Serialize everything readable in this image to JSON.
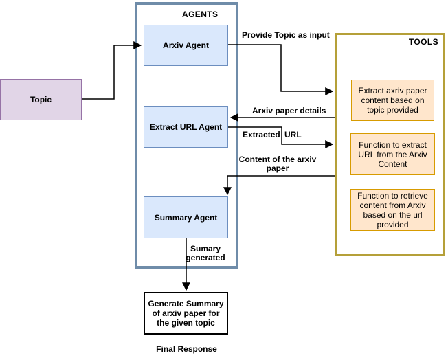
{
  "topic": {
    "label": "Topic"
  },
  "agents": {
    "title": "AGENTS",
    "items": [
      {
        "label": "Arxiv Agent"
      },
      {
        "label": "Extract URL Agent"
      },
      {
        "label": "Summary Agent"
      }
    ]
  },
  "tools": {
    "title": "TOOLS",
    "items": [
      {
        "label": "Extract axriv paper content based on topic provided"
      },
      {
        "label": "Function to extract URL from the Arxiv Content"
      },
      {
        "label": "Function to retrieve content from Arxiv based on the url provided"
      }
    ]
  },
  "edges": {
    "provide_topic": "Provide Topic as input",
    "arxiv_paper_details": "Arxiv paper details",
    "extracted_url_parts": [
      "Extracted",
      "URL"
    ],
    "content_of_paper": "Content of the arxiv paper",
    "summary_generated": "Sumary generated"
  },
  "output": {
    "generate_summary": "Generate Summary of arxiv paper for the given topic",
    "final_response": "Final Response"
  },
  "colors": {
    "agent_fill": "#dae8fc",
    "agent_border": "#6c8ebf",
    "topic_fill": "#e1d5e7",
    "topic_border": "#9673a6",
    "tool_fill": "#ffe6cc",
    "tool_border": "#d79b00",
    "agents_group_border": "#6f8ca9",
    "tools_group_border": "#b5a039",
    "line": "#000000"
  }
}
